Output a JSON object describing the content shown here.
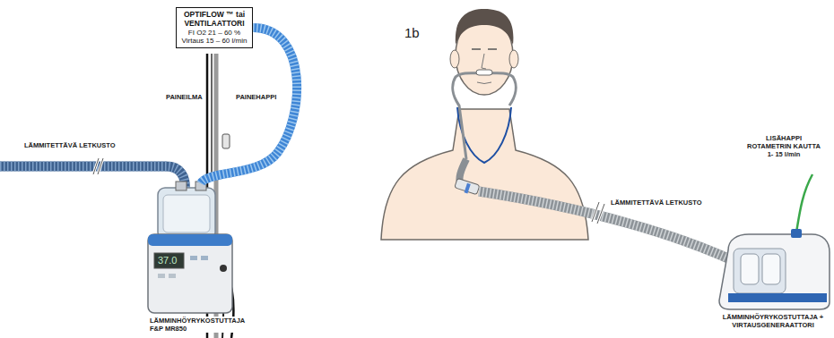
{
  "diagram": {
    "nodes": [
      {
        "text": [
          "OPTIFLOW ™ tai VENTILAATTORI",
          "FI O2 21 – 60 %",
          "Virtaus 15 – 60 l/min"
        ]
      }
    ],
    "labels": [
      "PAINEILMA",
      "PAINEHAPPI",
      "LÄMMITETTÄVÄ LETKUSTO",
      "37.0",
      "LÄMMINHÖYRYKOSTUTTAJA F&P MR850",
      "1b",
      "LÄMMITETTÄVÄ LETKUSTO",
      "LISÄHAPPI ROTAMETRIN KAUTTA 1- 15 l/min",
      "LÄMMINHÖYRYKOSTUTTAJA + VIRTAUSGENERAATTORI"
    ]
  }
}
